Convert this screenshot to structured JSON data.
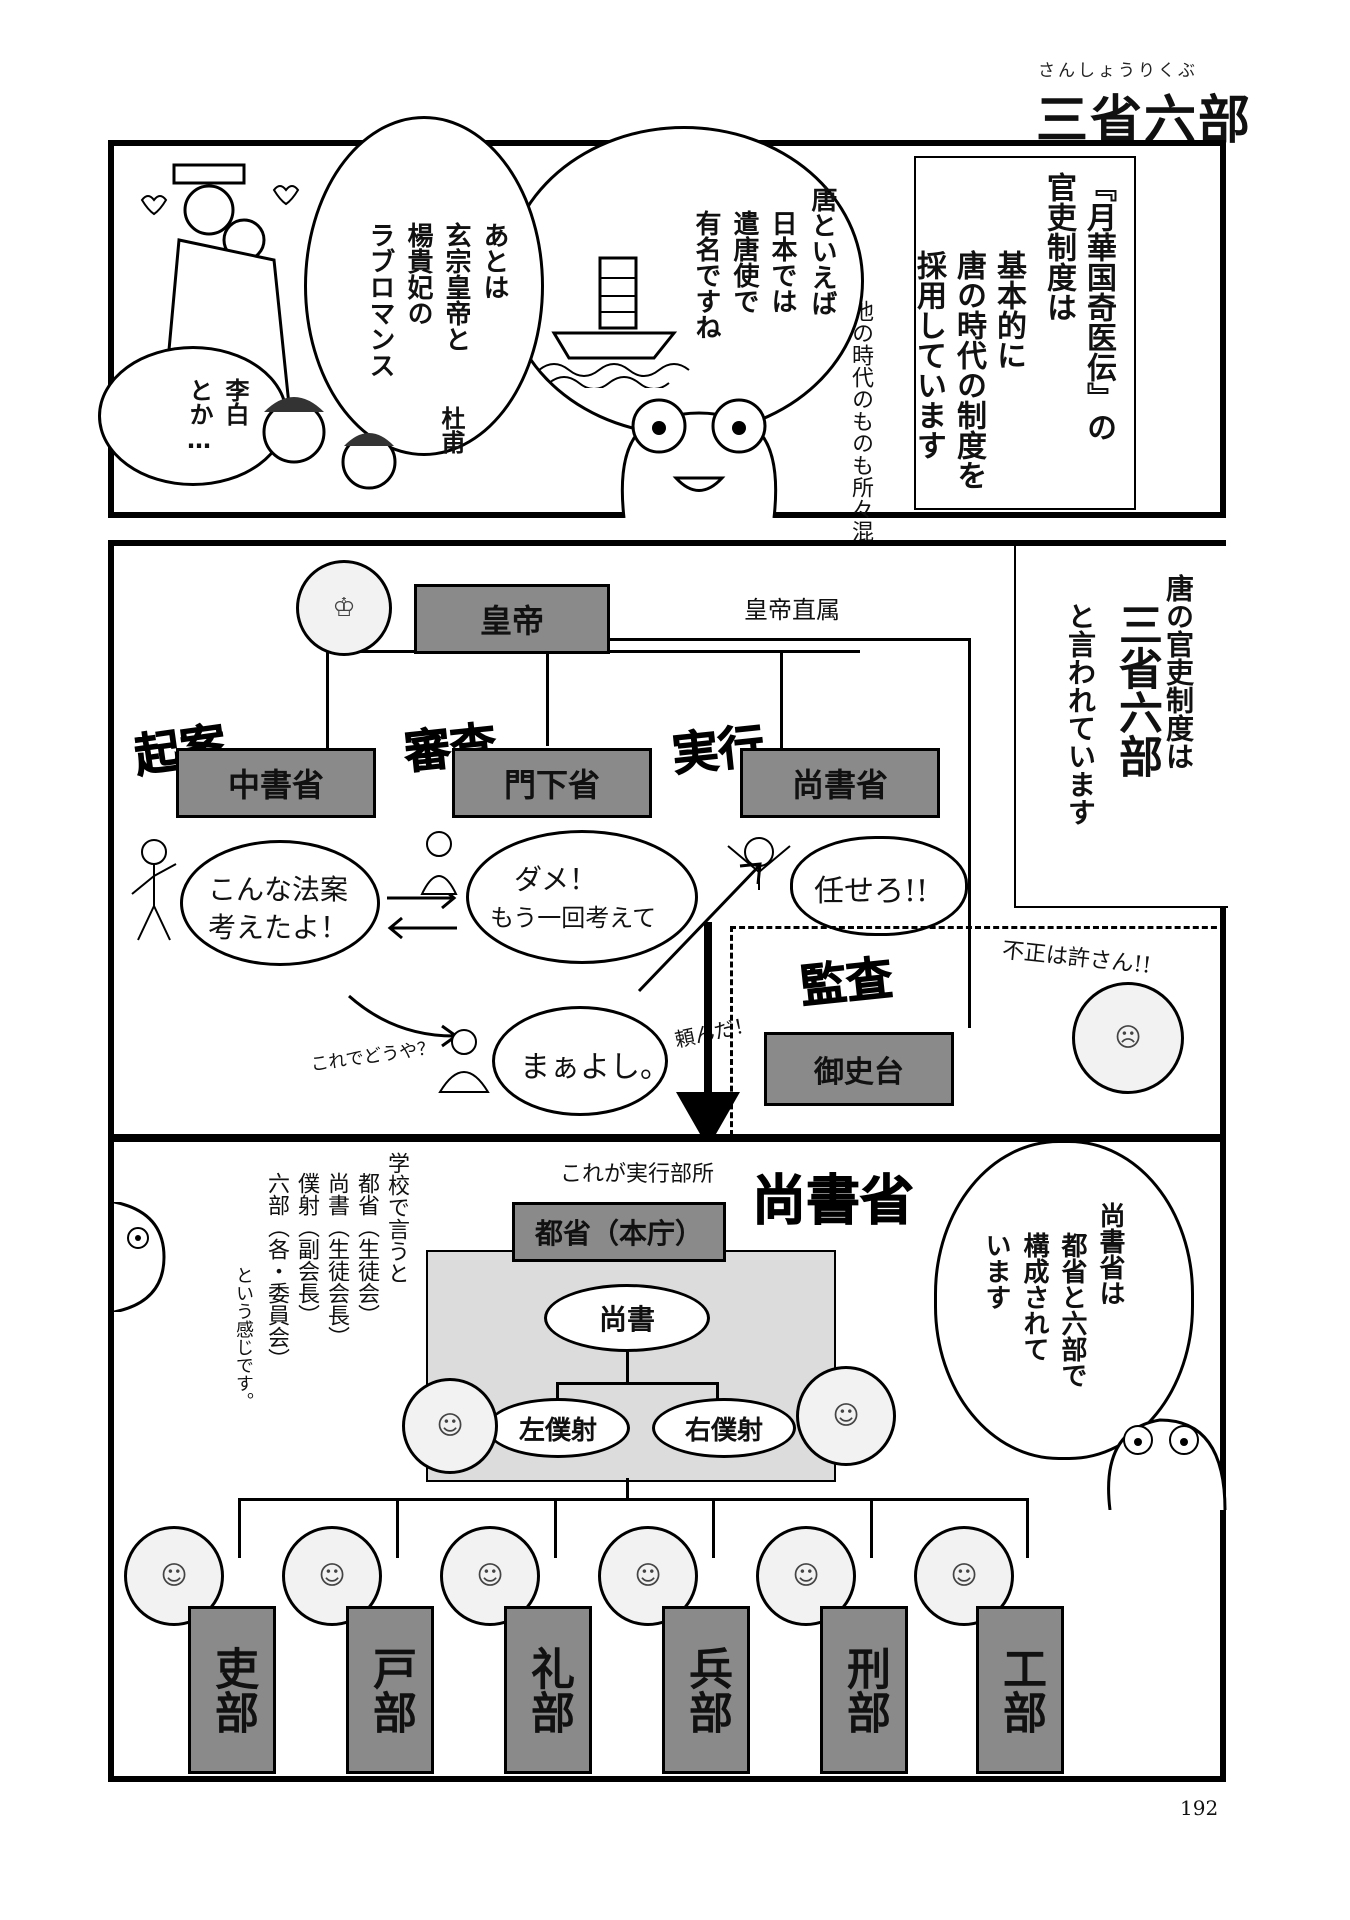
{
  "header": {
    "title": "三省六部",
    "title_ruby": "さんしょうりくぶ"
  },
  "panel1": {
    "narration_line1": "『月華国奇医伝』の",
    "narration_line2": "官吏制度は",
    "narration_line3": "基本的に",
    "narration_line4": "唐の時代の制度を",
    "narration_line5": "採用しています",
    "aside": "他の時代のものも所々混ぜます。",
    "bubble_tang_1": "唐といえば",
    "bubble_tang_2": "日本では",
    "bubble_tang_3": "遣唐使で",
    "bubble_tang_4": "有名ですね",
    "bubble_romance_1": "あとは",
    "bubble_romance_2": "玄宗皇帝と",
    "bubble_romance_3": "楊貴妃の",
    "bubble_romance_4": "ラブロマンス",
    "bubble_poet_1": "李白",
    "bubble_poet_2": "とか…",
    "bubble_poet_3": "杜甫"
  },
  "panel2": {
    "narration_line1": "唐の官吏制度は",
    "narration_line2": "三省六部",
    "narration_line3": "と言われています",
    "emperor_label": "皇帝",
    "direct_label": "皇帝直属",
    "stamp_draft": "起案",
    "stamp_review": "審査",
    "stamp_execute": "実行",
    "stamp_audit": "監査",
    "dept_chusho": "中書省",
    "dept_monka": "門下省",
    "dept_shosho": "尚書省",
    "dept_gyoshidai": "御史台",
    "speech_draft_1": "こんな法案",
    "speech_draft_2": "考えたよ！",
    "speech_reject_1": "ダメ！",
    "speech_reject_2": "もう一回考えて",
    "speech_ok": "まぁよし。",
    "speech_leave": "任せろ!!",
    "note_retry": "これでどうや？",
    "note_request": "頼んだ！",
    "note_fraud": "不正は許さん!!"
  },
  "panel3": {
    "heading_lead": "これが実行部所",
    "heading": "尚書省",
    "narration_line1": "尚書省は",
    "narration_line2": "都省と六部で",
    "narration_line3": "構成されて",
    "narration_line4": "います",
    "school_1": "学校で言うと",
    "school_2": "都省（生徒会）",
    "school_3": "尚書（生徒会長）",
    "school_4": "僕射（副会長）",
    "school_5": "六部（各・委員会）",
    "school_6": "という感じです。",
    "tosho_label": "都省（本庁）",
    "shosho_label": "尚書",
    "left_label": "左僕射",
    "right_label": "右僕射",
    "ministries": [
      "吏部",
      "戸部",
      "礼部",
      "兵部",
      "刑部",
      "工部"
    ]
  },
  "footer": {
    "page_number": "192"
  }
}
